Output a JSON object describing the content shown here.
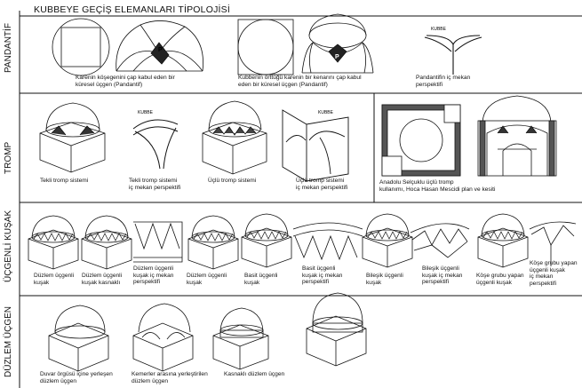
{
  "title": "KUBBEYE GEÇİŞ ELEMANLARI TİPOLOJİSİ",
  "rows": [
    {
      "label": "PANDANTİF"
    },
    {
      "label": "TROMP"
    },
    {
      "label": "ÜÇGENLİ KUŞAK"
    },
    {
      "label": "DÜZLEM ÜÇGEN"
    }
  ],
  "pandantif": {
    "captions": [
      "Karenin köşegenini çap kabul eden bir\nküresel üçgen  (Pandantif)",
      "Kubbenin örttüğü karenin bir kenarını çap kabul\neden bir küresel üçgen (Pandantif)",
      "Pandantifin iç mekan\nperspektifi"
    ],
    "p_mark": "P",
    "kubbe_label": "KUBBE"
  },
  "tromp": {
    "captions": [
      "Tekli tromp sistemi",
      "Tekli tromp sistemi\niç mekan perspektifi",
      "Üçlü tromp sistemi",
      "Üçlü tromp sistemi\niç mekan perspektifi",
      "Anadolu Selçuklu üçlü tromp\nkullanımı, Hoca Hasan Mescidi plan ve kesiti"
    ],
    "kubbe_label": "KUBBE"
  },
  "ucgenli": {
    "captions": [
      "Düzlem üçgenli\nkuşak",
      "Düzlem üçgenli\nkuşak kasnaklı",
      "Düzlem üçgenli\nkuşak iç mekan\nperspektifi",
      "Düzlem üçgenli\nkuşak",
      "Basit üçgenli\nkuşak",
      "Basit üçgenli\nkuşak iç mekan\nperspektifi",
      "Bileşik üçgenli\nkuşak",
      "Bileşik üçgenli\nkuşak iç mekan\nperspektifi",
      "Köşe grubu yapan\nüçgenli kuşak",
      "Köşe grubu yapan\nüçgenli kuşak\niç mekan\nperspektifi"
    ]
  },
  "duzlem": {
    "captions": [
      "Duvar örgüsü içine yerleşen\ndüzlem üçgen",
      "Kemerler arasına yerleştirilen\ndüzlem üçgen",
      "Kasnaklı düzlem üçgen"
    ]
  }
}
